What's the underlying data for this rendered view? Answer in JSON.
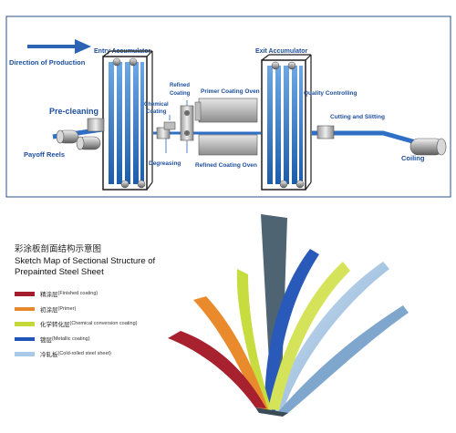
{
  "process": {
    "direction": "Direction of Production",
    "entry_accumulator": "Entry Accumulator",
    "exit_accumulator": "Exit Accumulator",
    "pre_cleaning": "Pre-cleaning",
    "payoff_reels": "Payoff Reels",
    "chemical_coating": [
      "Chemical",
      "Coating"
    ],
    "refined_coating": [
      "Refined",
      "Coating"
    ],
    "primer_coating_oven": "Primer Coating Oven",
    "degreasing": "Degreasing",
    "refined_coating_oven": "Refined Coating Oven",
    "quality_controlling": "Quality Controlling",
    "cutting_slitting": "Cutting and Slitting",
    "coiling": "Coiling"
  },
  "section": {
    "title_cn": "彩涂板剖面结构示意图",
    "title_en_1": "Sketch Map of Sectional Structure of",
    "title_en_2": "Prepainted Steel Sheet"
  },
  "legend": [
    {
      "cn": "精涂层",
      "en": "(Finished coating)",
      "color": "#a51d2d"
    },
    {
      "cn": "初涂层",
      "en": "(Primer)",
      "color": "#e8862a"
    },
    {
      "cn": "化学转化层",
      "en": "(Chemical conversion coating)",
      "color": "#c5d83a"
    },
    {
      "cn": "镀层",
      "en": "(Metallic coating)",
      "color": "#1f55b7"
    },
    {
      "cn": "冷轧板",
      "en": "(Cold-rolled steel sheet)",
      "color": "#a9c9e8"
    }
  ]
}
